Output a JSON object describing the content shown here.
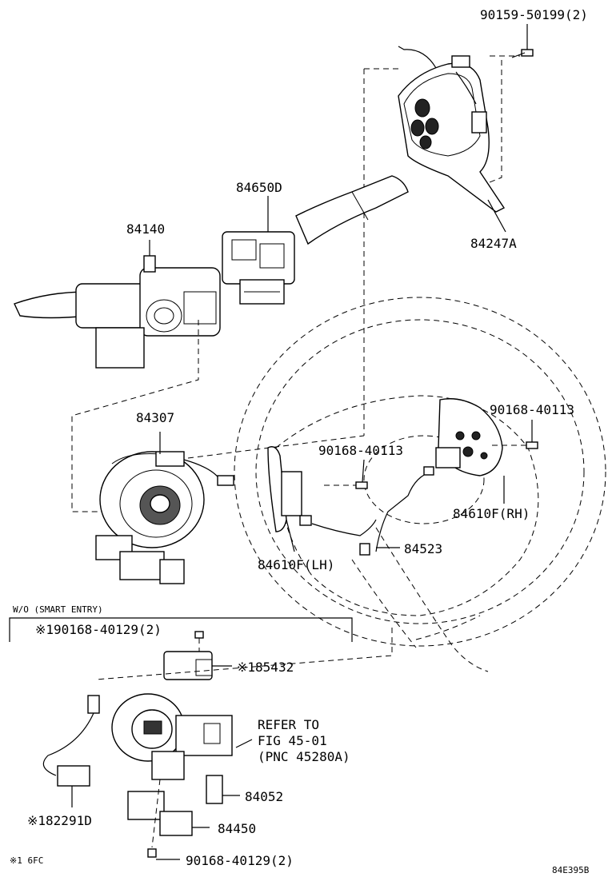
{
  "labels": {
    "p90159": "90159-50199(2)",
    "p84247a": "84247A",
    "p84650d": "84650D",
    "p84140": "84140",
    "p84307": "84307",
    "p90168_rh": "90168-40113",
    "p90168_mid": "90168-40113",
    "p84610f_rh": "84610F(RH)",
    "p84610f_lh": "84610F(LH)",
    "p84523": "84523",
    "wo_smart_entry": "W/O (SMART ENTRY)",
    "p90168_40129_top": "※190168-40129(2)",
    "p85432": "※185432",
    "refer_line1": "REFER TO",
    "refer_line2": "FIG 45-01",
    "refer_line3": "(PNC 45280A)",
    "p84052": "84052",
    "p82291d": "※182291D",
    "p84450": "84450",
    "p90168_40129_bottom": "90168-40129(2)",
    "footnote": "※1 6FC",
    "figure_code": "84E395B"
  },
  "icons": [
    "screw-icon",
    "connector-icon",
    "steering-pad-icon",
    "switch-lever-icon",
    "spiral-cable-icon",
    "steering-wheel-icon",
    "lock-cylinder-icon"
  ]
}
